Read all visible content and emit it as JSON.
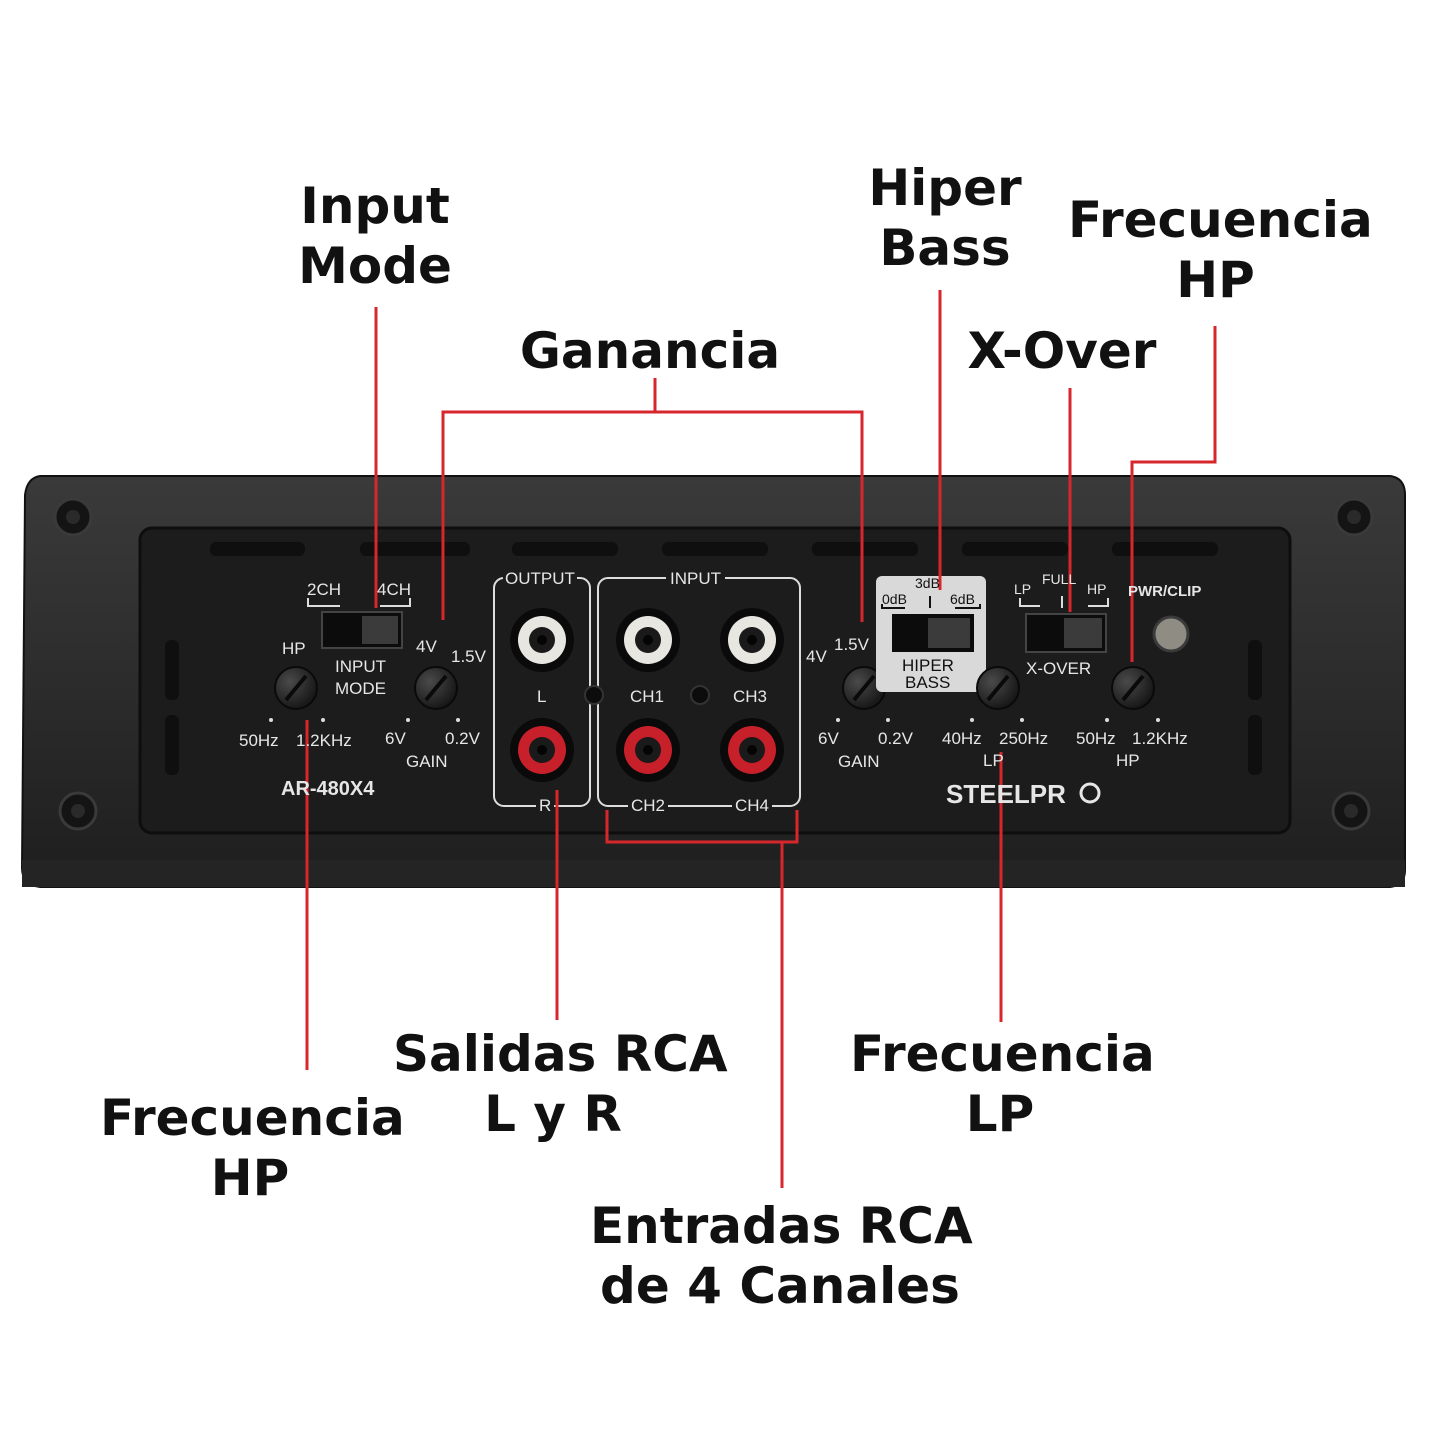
{
  "callouts": {
    "input_mode": {
      "line1": "Input",
      "line2": "Mode"
    },
    "ganancia": "Ganancia",
    "hiper_bass": {
      "line1": "Hiper",
      "line2": "Bass"
    },
    "frecuencia_hp_top": {
      "line1": "Frecuencia",
      "line2": "HP"
    },
    "x_over": "X-Over",
    "frecuencia_hp_bottom": {
      "line1": "Frecuencia",
      "line2": "HP"
    },
    "salidas_rca": {
      "line1": "Salidas RCA",
      "line2": "L y R"
    },
    "entradas_rca": {
      "line1": "Entradas RCA",
      "line2": "de 4 Canales"
    },
    "frecuencia_lp": {
      "line1": "Frecuencia",
      "line2": "LP"
    }
  },
  "panel": {
    "model": "AR-480X4",
    "brand": "STEELPR",
    "left_hp": {
      "title": "HP",
      "min": "50Hz",
      "max": "1.2KHz"
    },
    "input_mode": {
      "opt1": "2CH",
      "opt2": "4CH",
      "label1": "INPUT",
      "label2": "MODE"
    },
    "gain_left": {
      "a": "4V",
      "b": "1.5V",
      "c": "6V",
      "d": "0.2V",
      "label": "GAIN"
    },
    "output": {
      "title": "OUTPUT",
      "l": "L",
      "r": "R"
    },
    "input": {
      "title": "INPUT",
      "ch1": "CH1",
      "ch2": "CH2",
      "ch3": "CH3",
      "ch4": "CH4"
    },
    "gain_right": {
      "a": "4V",
      "b": "1.5V",
      "c": "6V",
      "d": "0.2V",
      "label": "GAIN"
    },
    "hiper_bass": {
      "db0": "0dB",
      "db3": "3dB",
      "db6": "6dB",
      "label1": "HIPER",
      "label2": "BASS"
    },
    "lp": {
      "min": "40Hz",
      "max": "250Hz",
      "label": "LP"
    },
    "xover": {
      "lp": "LP",
      "full": "FULL",
      "hp": "HP",
      "label": "X-OVER"
    },
    "right_hp": {
      "min": "50Hz",
      "max": "1.2KHz",
      "label": "HP"
    },
    "pwr": "PWR/CLIP"
  },
  "colors": {
    "leader": "#d7262c",
    "amp_body": "#2b2b2b",
    "panel": "#1b1b1b",
    "rca_red": "#c8202a",
    "rca_white": "#e8e6e1"
  }
}
